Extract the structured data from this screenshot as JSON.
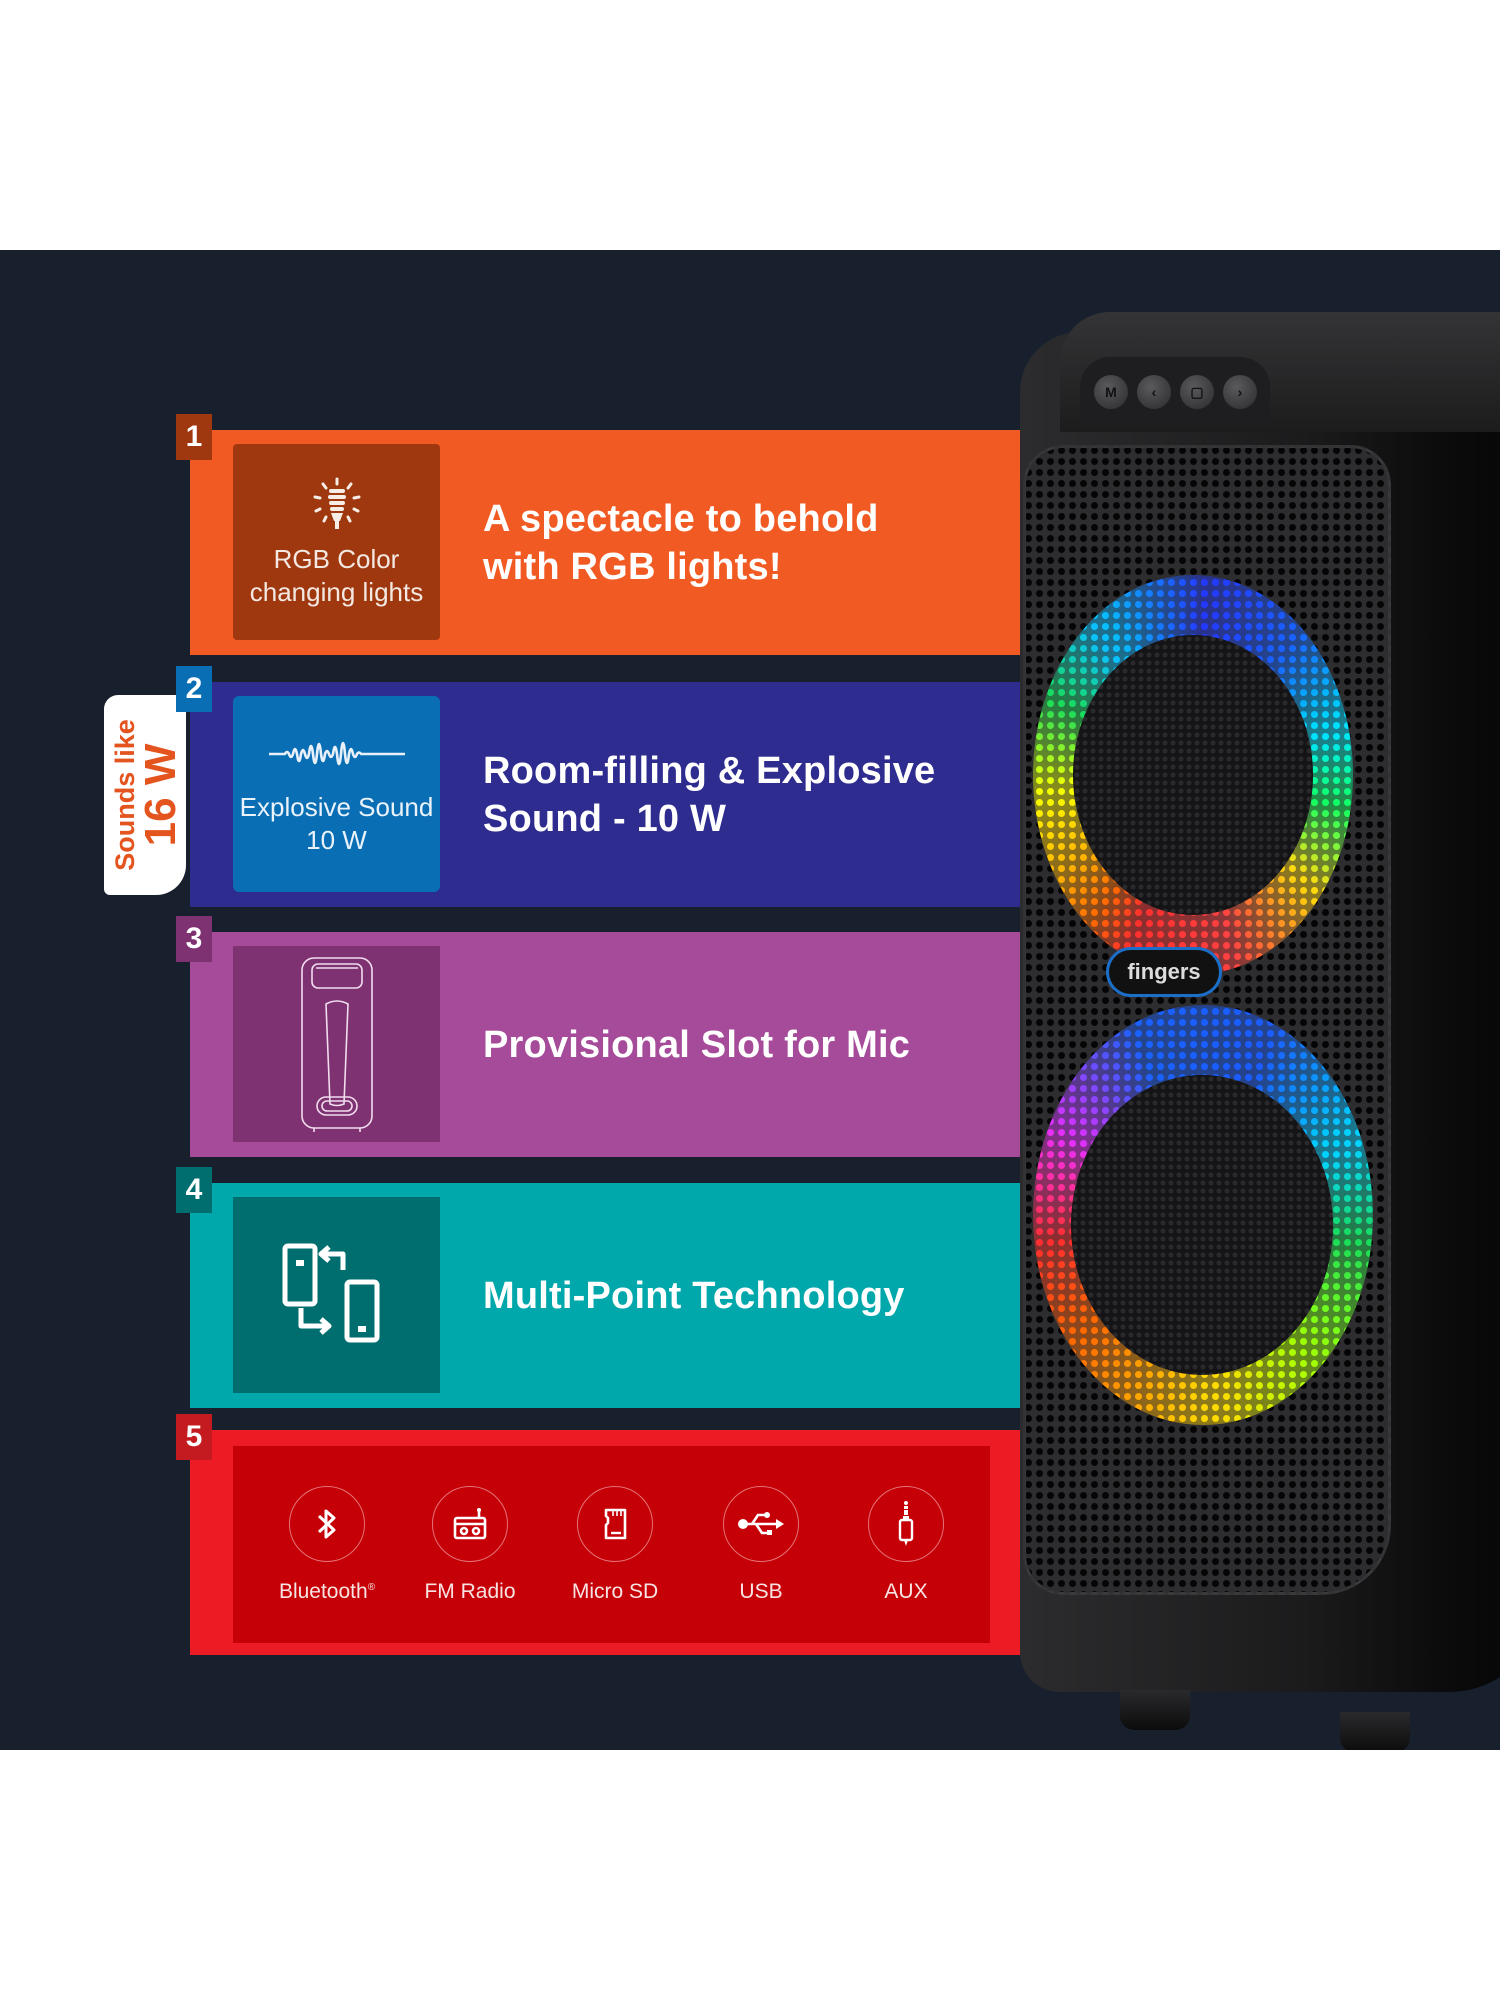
{
  "colors": {
    "background": "#18202E",
    "panel_1": "#F15A22",
    "panel_2": "#2E2D8F",
    "panel_3": "#A64B9A",
    "panel_4": "#00A7AB",
    "panel_5": "#ED1C24",
    "badge_text": "#E4541F"
  },
  "features": [
    {
      "number": "1",
      "icon": "light-bulb-icon",
      "caption_line1": "RGB Color",
      "caption_line2": "changing lights",
      "headline_line1": "A spectacle to behold",
      "headline_line2": "with RGB lights!"
    },
    {
      "number": "2",
      "icon": "sound-wave-icon",
      "caption_line1": "Explosive Sound",
      "caption_line2": "10 W",
      "headline_line1": "Room-filling & Explosive",
      "headline_line2": "Sound - 10 W"
    },
    {
      "number": "3",
      "icon": "speaker-mic-slot-icon",
      "headline_line1": "Provisional Slot for Mic"
    },
    {
      "number": "4",
      "icon": "multi-device-sync-icon",
      "headline_line1": "Multi-Point Technology"
    },
    {
      "number": "5",
      "connectivity": [
        {
          "label": "Bluetooth",
          "mark": "®",
          "icon": "bluetooth-icon"
        },
        {
          "label": "FM Radio",
          "icon": "radio-icon"
        },
        {
          "label": "Micro SD",
          "icon": "sd-card-icon"
        },
        {
          "label": "USB",
          "icon": "usb-icon"
        },
        {
          "label": "AUX",
          "icon": "aux-jack-icon"
        }
      ]
    }
  ],
  "sounds_badge": {
    "line1": "Sounds like",
    "line2": "16 W"
  },
  "product": {
    "brand_logo": "fingers",
    "buttons": [
      "M",
      "‹",
      "▢",
      "›"
    ]
  }
}
